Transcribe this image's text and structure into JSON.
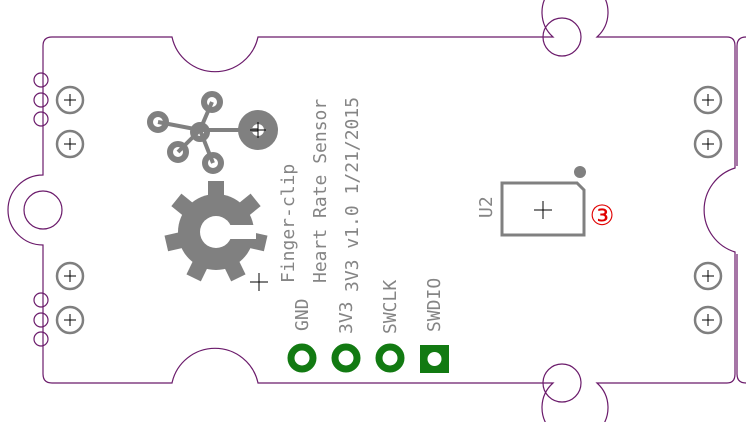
{
  "board": {
    "title_line1": "Finger-clip",
    "title_line2": "Heart Rate Sensor",
    "version_line": "3V3 v1.0 1/21/2015"
  },
  "pins": [
    {
      "label": "GND",
      "shape": "round"
    },
    {
      "label": "3V3",
      "shape": "round"
    },
    {
      "label": "SWCLK",
      "shape": "round"
    },
    {
      "label": "SWDIO",
      "shape": "square"
    }
  ],
  "component": {
    "ref": "U2",
    "marker": "③"
  },
  "colors": {
    "outline": "#6b1b6b",
    "silkscreen": "#858585",
    "pad": "#127a12",
    "marker": "#e00000"
  }
}
